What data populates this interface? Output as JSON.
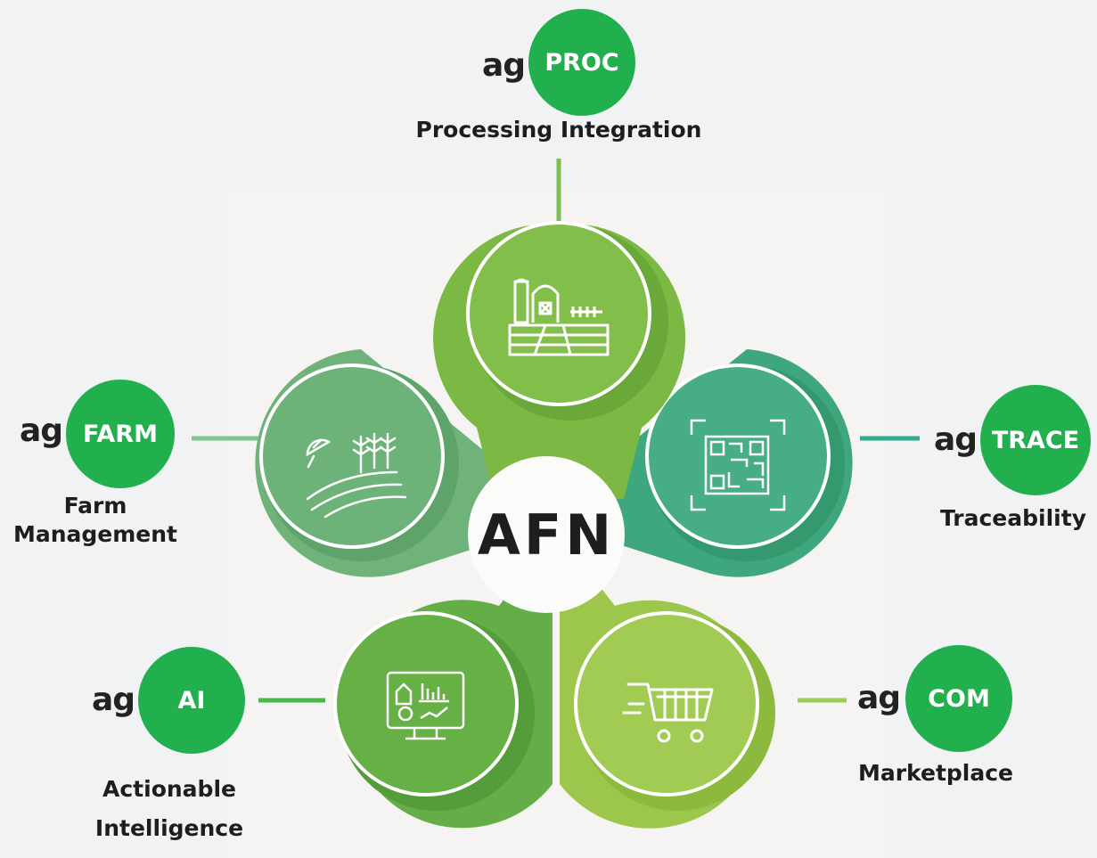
{
  "hub": {
    "label": "AFN"
  },
  "modules": {
    "proc": {
      "prefix": "ag",
      "badge": "PROC",
      "label": "Processing Integration"
    },
    "farm": {
      "prefix": "ag",
      "badge": "FARM",
      "label_line1": "Farm",
      "label_line2": "Management"
    },
    "trace": {
      "prefix": "ag",
      "badge": "TRACE",
      "label": "Traceability"
    },
    "ai": {
      "prefix": "ag",
      "badge": "AI",
      "label_line1": "Actionable",
      "label_line2": "Intelligence"
    },
    "com": {
      "prefix": "ag",
      "badge": "COM",
      "label": "Marketplace"
    }
  },
  "icons": {
    "proc": "farm-barn-icon",
    "farm": "satellite-wheat-field-icon",
    "trace": "qr-code-icon",
    "ai": "analytics-monitor-icon",
    "com": "shopping-cart-icon"
  },
  "colors": {
    "background": "#f1f2f3",
    "badge": "#22b04f",
    "petal_proc": "#7bb844",
    "petal_farm": "#6fb27a",
    "petal_trace": "#3ea77e",
    "petal_ai": "#64ad47",
    "petal_com": "#9cc64c",
    "connector": "#6bbd5a"
  }
}
